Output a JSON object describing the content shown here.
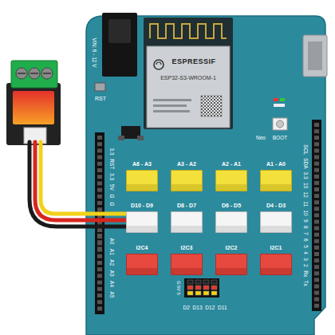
{
  "diagram": {
    "nodes": [
      {
        "text": [
          "ESPRESSIF",
          "ESP32-S3-WROOM-1"
        ]
      },
      {
        "text": [
          "A6 - A3"
        ]
      },
      {
        "text": [
          "A3 - A2"
        ]
      },
      {
        "text": [
          "A2 - A1"
        ]
      },
      {
        "text": [
          "A1 - A0"
        ]
      },
      {
        "text": [
          "D10 - D9"
        ]
      },
      {
        "text": [
          "D8 - D7"
        ]
      },
      {
        "text": [
          "D6 - D5"
        ]
      },
      {
        "text": [
          "D4 - D3"
        ]
      },
      {
        "text": [
          "I2C4"
        ]
      },
      {
        "text": [
          "I2C3"
        ]
      },
      {
        "text": [
          "I2C2"
        ]
      },
      {
        "text": [
          "I2C1"
        ]
      }
    ],
    "labels": [
      "VIN: 6 - 12 V",
      "RST",
      "Neo",
      "BOOT",
      "3.3 RST 3.3 5V G G",
      "A0 A1 A2 A3 A4 A5",
      "SCL SDA 3.3 13 12 11 10 9 8 7 6 5 4 3 2 Rx Tx",
      "G 5V S",
      "D2 D13 D12 D11"
    ]
  }
}
